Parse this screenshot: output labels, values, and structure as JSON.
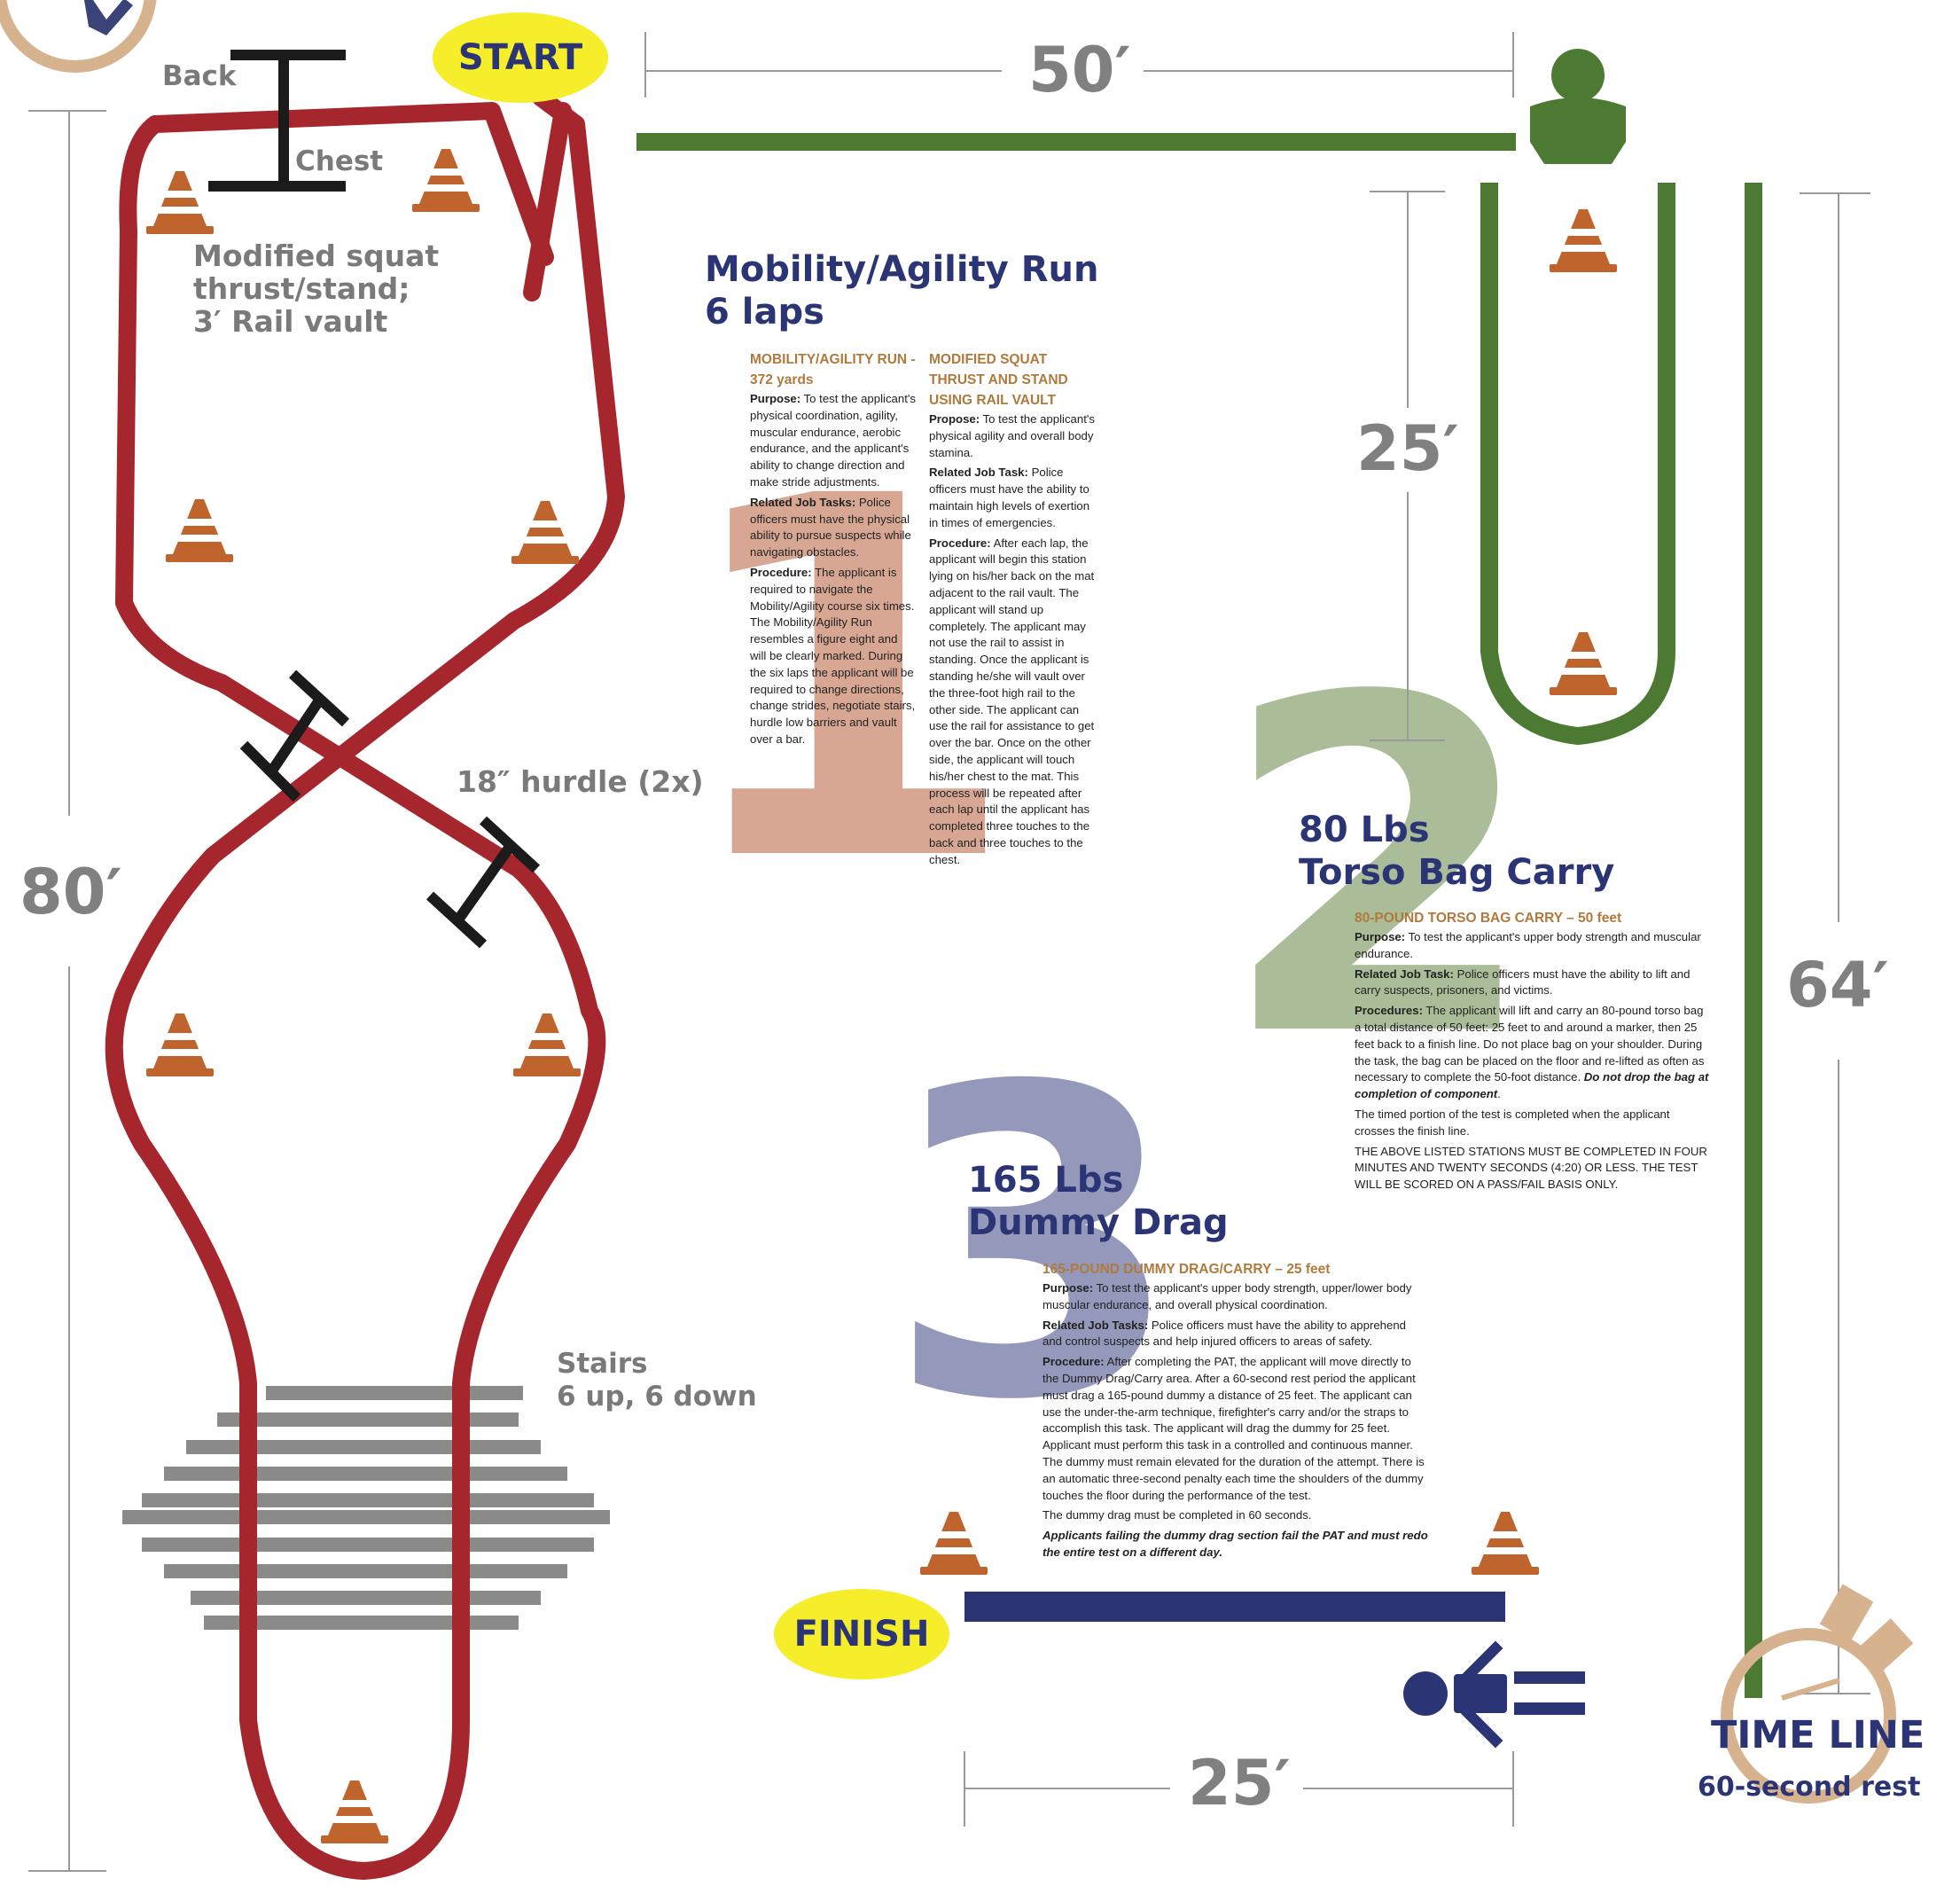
{
  "colors": {
    "track_red": "#a6262e",
    "track_green": "#4d7a32",
    "track_navy": "#2b3575",
    "cone_orange": "#c0642e",
    "label_gray": "#7a7a7a",
    "oval_yellow": "#f6ee2a",
    "numeral_1": "#d4a08a",
    "numeral_2": "#a6ba93",
    "numeral_3": "#8f93b8",
    "stopwatch_tan": "#d6b28e"
  },
  "start_label": "START",
  "finish_label": "FINISH",
  "labels": {
    "back": "Back",
    "chest": "Chest",
    "squat": "Modified squat\nthrust/stand;\n3′ Rail vault",
    "hurdle": "18″ hurdle (2x)",
    "stairs": "Stairs\n6 up, 6 down"
  },
  "dimensions": {
    "d50": "50′",
    "d25_top": "25′",
    "d80": "80′",
    "d64": "64′",
    "d25_bottom": "25′"
  },
  "station1": {
    "numeral": "1",
    "title": "Mobility/Agility Run\n6 laps",
    "col1_heading": "MOBILITY/AGILITY RUN - 372 yards",
    "col1_purpose_label": "Purpose:",
    "col1_purpose": "To test the applicant's physical coordination, agility, muscular endurance, aerobic endurance, and the applicant's ability to change direction and make stride adjustments.",
    "col1_task_label": "Related Job Tasks:",
    "col1_task": "Police officers must have the physical ability to pursue suspects while navigating obstacles.",
    "col1_proc_label": "Procedure:",
    "col1_proc": "The applicant is required to navigate the Mobility/Agility course six times. The Mobility/Agility Run resembles a figure eight and will be clearly marked. During the six laps the applicant will be required to change directions, change strides, negotiate stairs, hurdle low barriers and vault over a bar.",
    "col2_heading": "MODIFIED SQUAT THRUST AND STAND USING RAIL VAULT",
    "col2_purpose_label": "Propose:",
    "col2_purpose": "To test the applicant's physical agility and overall body stamina.",
    "col2_task_label": "Related Job Task:",
    "col2_task": "Police officers must have the ability to maintain high levels of exertion in times of emergencies.",
    "col2_proc_label": "Procedure:",
    "col2_proc": "After each lap, the applicant will begin this station lying on his/her back on the mat adjacent to the rail vault. The applicant will stand up completely. The applicant may not use the rail to assist in standing. Once the applicant is standing he/she will vault over the three-foot high rail to the other side. The applicant can use the rail for assistance to get over the bar. Once on the other side, the applicant will touch his/her chest to the mat. This process will be repeated after each lap until the applicant has completed three touches to the back and three touches to the chest."
  },
  "station2": {
    "numeral": "2",
    "title": "80 Lbs\nTorso Bag Carry",
    "heading": "80-POUND TORSO BAG CARRY – 50 feet",
    "purpose_label": "Purpose:",
    "purpose": "To test the applicant's upper body strength and muscular endurance.",
    "task_label": "Related Job Task:",
    "task": "Police officers must have the ability to lift and carry suspects, prisoners, and victims.",
    "proc_label": "Procedures:",
    "proc": "The applicant will lift and carry an 80-pound torso bag a total distance of 50 feet: 25 feet to and around a marker, then 25 feet back to a finish line. Do not place bag on your shoulder. During the task, the bag can be placed on the floor and re-lifted as often as necessary to complete the 50-foot distance.",
    "proc_emph": "Do not drop the bag at completion of component",
    "timed": "The timed portion of the test is completed when the applicant crosses the finish line.",
    "notice": "THE ABOVE LISTED STATIONS MUST BE COMPLETED IN FOUR MINUTES AND TWENTY SECONDS (4:20) OR LESS. THE TEST WILL BE SCORED ON A PASS/FAIL BASIS ONLY."
  },
  "station3": {
    "numeral": "3",
    "title": "165 Lbs\nDummy Drag",
    "heading": "165-POUND DUMMY DRAG/CARRY – 25 feet",
    "purpose_label": "Purpose:",
    "purpose": "To test the applicant's upper body strength, upper/lower body muscular endurance, and overall physical coordination.",
    "task_label": "Related Job Tasks:",
    "task": "Police officers must have the ability to apprehend and control suspects and help injured officers to areas of safety.",
    "proc_label": "Procedure:",
    "proc": "After completing the PAT, the applicant will move directly to the Dummy Drag/Carry area. After a 60-second rest period the applicant must drag a 165-pound dummy a distance of 25 feet. The applicant can use the under-the-arm technique, firefighter's carry and/or the straps to accomplish this task. The applicant will drag the dummy for 25 feet. Applicant must perform this task in a controlled and continuous manner. The dummy must remain elevated for the duration of the attempt. There is an automatic three-second penalty each time the shoulders of the dummy touches the floor during the performance of the test.",
    "limit": "The dummy drag must be completed in 60 seconds.",
    "warning": "Applicants failing the dummy drag section fail the PAT and must redo the entire test on a different day."
  },
  "timeline": {
    "title": "TIME LINE",
    "subtitle": "60-second rest"
  },
  "icons": [
    "stopwatch-icon",
    "runner-icon",
    "traffic-cone-icon",
    "torso-bag-icon",
    "dummy-icon",
    "rail-vault-icon",
    "hurdle-icon",
    "stairs-icon"
  ]
}
